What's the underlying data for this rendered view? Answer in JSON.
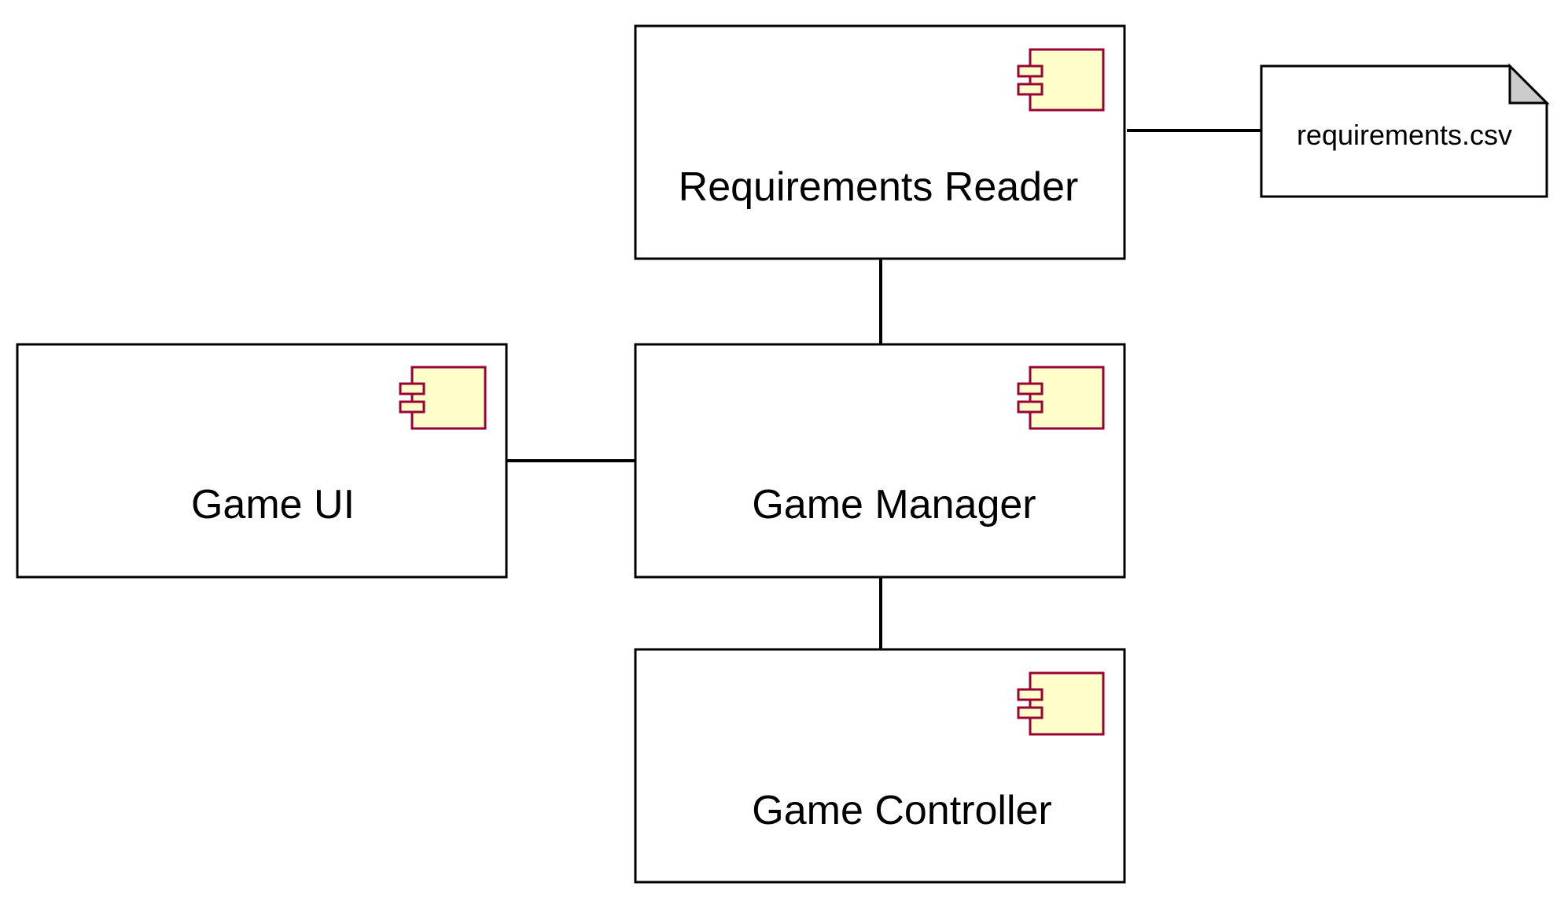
{
  "diagram": {
    "type": "UML component diagram",
    "components": [
      {
        "id": "requirements-reader",
        "label": "Requirements Reader",
        "icon": "uml-component-icon"
      },
      {
        "id": "game-ui",
        "label": "Game UI",
        "icon": "uml-component-icon"
      },
      {
        "id": "game-manager",
        "label": "Game Manager",
        "icon": "uml-component-icon"
      },
      {
        "id": "game-controller",
        "label": "Game Controller",
        "icon": "uml-component-icon"
      }
    ],
    "artifact": {
      "id": "requirements-csv",
      "label": "requirements.csv",
      "icon": "document-note-icon"
    },
    "connections": [
      {
        "from": "requirements-reader",
        "to": "requirements-csv"
      },
      {
        "from": "requirements-reader",
        "to": "game-manager"
      },
      {
        "from": "game-ui",
        "to": "game-manager"
      },
      {
        "from": "game-manager",
        "to": "game-controller"
      }
    ],
    "colors": {
      "stroke": "#000000",
      "icon_fill": "#ffffcc",
      "icon_stroke": "#990033",
      "note_fold": "#cccccc",
      "background": "#ffffff"
    }
  }
}
